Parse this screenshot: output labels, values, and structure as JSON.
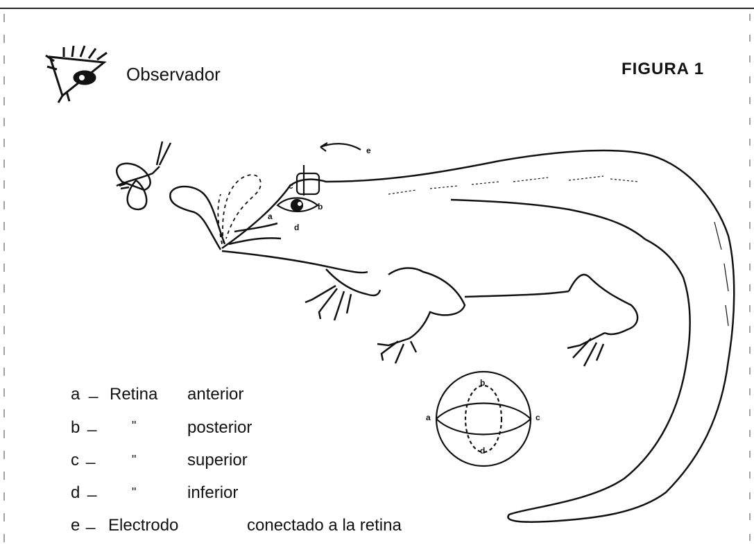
{
  "figure": {
    "title": "FIGURA 1",
    "observer_label": "Observador",
    "electrode_arrow_label": "e",
    "eye_labels": {
      "a": "a",
      "b": "b",
      "c": "c",
      "d": "d"
    },
    "diagram_labels": {
      "a": "a",
      "b": "b",
      "c": "c",
      "d": "d"
    }
  },
  "legend": [
    {
      "key": "a",
      "sep": "_",
      "prefix": "Retina",
      "text": "anterior"
    },
    {
      "key": "b",
      "sep": "_",
      "prefix": "\"",
      "text": "posterior"
    },
    {
      "key": "c",
      "sep": "_",
      "prefix": "\"",
      "text": "superior"
    },
    {
      "key": "d",
      "sep": "_",
      "prefix": "\"",
      "text": "inferior"
    },
    {
      "key": "e",
      "sep": "_",
      "prefix": "Electrodo",
      "text": "conectado a la retina"
    }
  ]
}
